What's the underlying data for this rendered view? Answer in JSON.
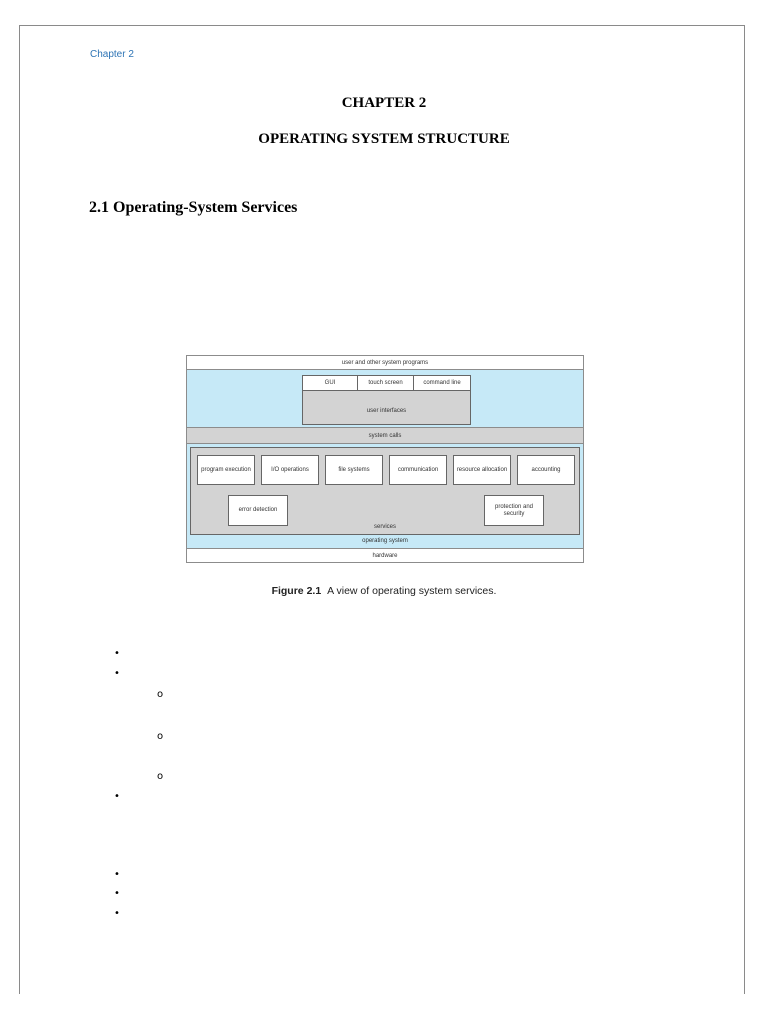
{
  "header": {
    "running": "Chapter 2"
  },
  "chapter": {
    "number_line": "CHAPTER 2",
    "title": "OPERATING SYSTEM STRUCTURE"
  },
  "section": {
    "title": "2.1 Operating-System Services"
  },
  "figure": {
    "top_band": "user and other system programs",
    "ui_boxes": [
      "GUI",
      "touch screen",
      "command line"
    ],
    "ui_label": "user interfaces",
    "system_calls": "system calls",
    "services": [
      "program execution",
      "I/O operations",
      "file systems",
      "communication",
      "resource allocation",
      "accounting"
    ],
    "lower_services": [
      "error detection",
      "protection and security"
    ],
    "services_label": "services",
    "os_label": "operating system",
    "hardware_label": "hardware",
    "caption_num": "Figure 2.1",
    "caption_text": "A view of operating system services."
  },
  "bullets": {
    "dot": "•",
    "circle": "o"
  }
}
